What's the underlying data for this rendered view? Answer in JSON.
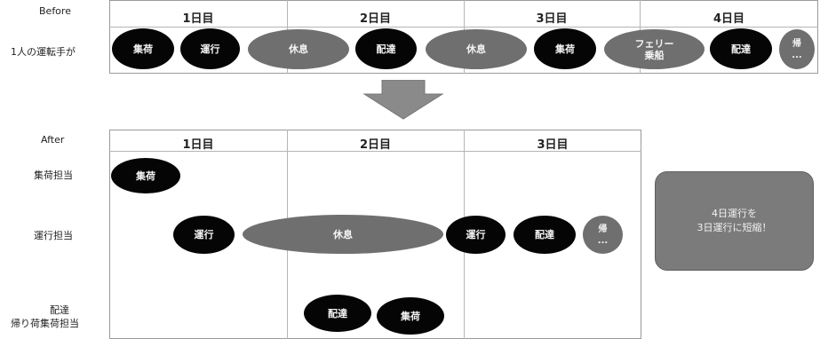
{
  "labels": {
    "before": "Before",
    "before_driver": "1人の運転手が",
    "after": "After",
    "pickup_staff": "集荷担当",
    "driving_staff": "運行担当",
    "delivery_staff_line1": "配達",
    "delivery_staff_line2": "帰り荷集荷担当"
  },
  "before": {
    "days": [
      "1日目",
      "2日目",
      "3日目",
      "4日目"
    ],
    "tasks": [
      "集荷",
      "運行",
      "休息",
      "配達",
      "休息",
      "集荷",
      "フェリー\n乗船",
      "配達",
      "帰\n..."
    ]
  },
  "after": {
    "days": [
      "1日目",
      "2日目",
      "3日目"
    ],
    "pickup_row": [
      "集荷"
    ],
    "driving_row": [
      "運行",
      "休息",
      "運行",
      "配達",
      "帰\n..."
    ],
    "delivery_row": [
      "配達",
      "集荷"
    ]
  },
  "note": "4日運行を\n3日運行に短縮！"
}
